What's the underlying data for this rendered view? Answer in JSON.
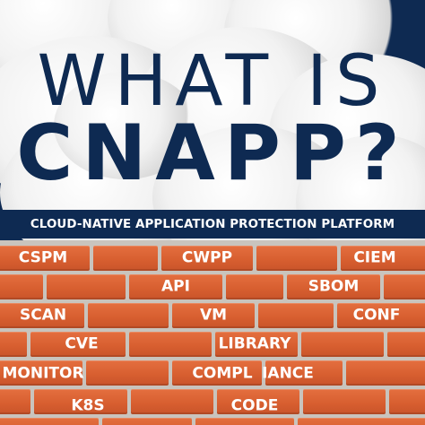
{
  "title": {
    "line1": "WHAT IS",
    "line2": "CNAPP?"
  },
  "banner": "CLOUD-NATIVE APPLICATION PROTECTION PLATFORM",
  "wall_labels": {
    "cspm": "CSPM",
    "cwpp": "CWPP",
    "ciem": "CIEM",
    "api": "API",
    "sbom": "SBOM",
    "scan": "SCAN",
    "vm": "VM",
    "conf": "CONF",
    "cve": "CVE",
    "library": "LIBRARY",
    "monitor": "MONITOR",
    "compl": "COMPL",
    "iance": "IANCE",
    "k8s": "K8S",
    "code": "CODE"
  },
  "colors": {
    "navy": "#0e2a52",
    "brick": "#d85f30",
    "mortar": "#c9c4bd"
  }
}
